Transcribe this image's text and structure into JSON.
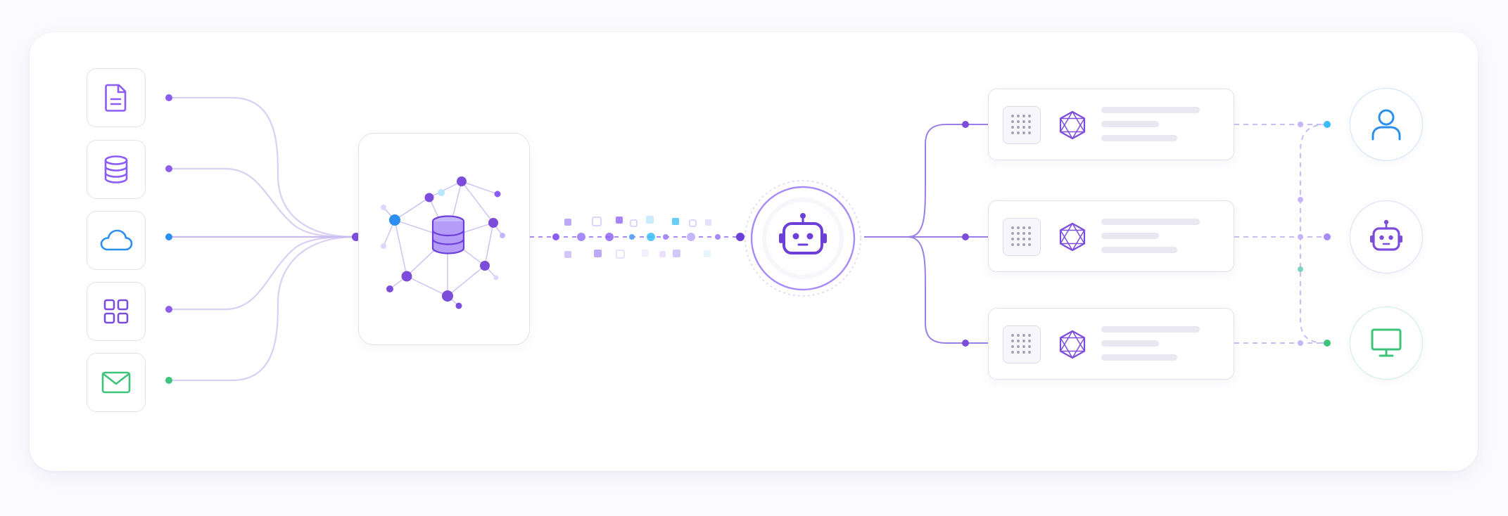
{
  "diagram": {
    "description_free": true,
    "sources": [
      {
        "id": "document",
        "icon": "document-icon",
        "color": "#8b5cf6"
      },
      {
        "id": "database",
        "icon": "database-icon",
        "color": "#8b5cf6"
      },
      {
        "id": "cloud",
        "icon": "cloud-icon",
        "color": "#2b8ff0"
      },
      {
        "id": "apps",
        "icon": "apps-grid-icon",
        "color": "#7c4ddb"
      },
      {
        "id": "email",
        "icon": "mail-icon",
        "color": "#3ec47a"
      }
    ],
    "hub": {
      "icon": "database-network-icon"
    },
    "agent": {
      "icon": "robot-icon"
    },
    "model_cards": [
      {
        "id": "model-1",
        "icon": "hexagon-icon"
      },
      {
        "id": "model-2",
        "icon": "hexagon-icon"
      },
      {
        "id": "model-3",
        "icon": "hexagon-icon"
      }
    ],
    "outputs": [
      {
        "id": "user",
        "icon": "user-icon",
        "color": "#2b8ff0"
      },
      {
        "id": "bot",
        "icon": "robot-icon",
        "color": "#7c4ddb"
      },
      {
        "id": "monitor",
        "icon": "monitor-icon",
        "color": "#3ec47a"
      }
    ],
    "colors": {
      "accent": "#8b5cf6",
      "accent_dark": "#6d3fd9",
      "blue": "#2b8ff0",
      "green": "#3ec47a",
      "line": "#cfc6ef",
      "border": "#e3e1ec"
    }
  }
}
